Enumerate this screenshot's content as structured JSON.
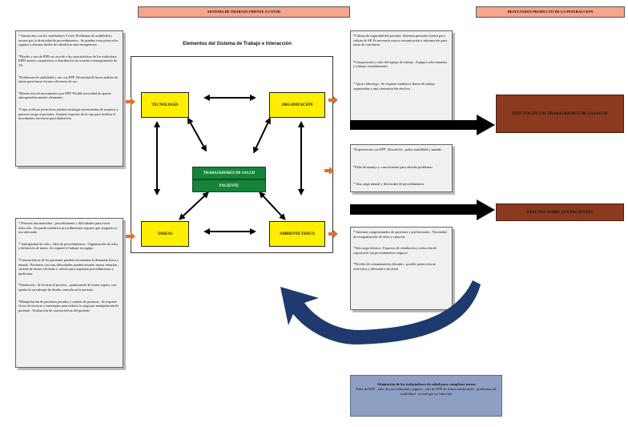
{
  "headers": {
    "left": "SISTEMA DE TRABAJO   FRENTE A COVID",
    "right": "RESULTADOS PRODUCTO DE LA INTERACCION"
  },
  "center_title": "Elementos del Sistema de Trabajo e Interacción",
  "nodes": {
    "tecnologia": "TECNOLOGÍA",
    "organizacion": "ORGANIZACIÓN",
    "tareas": "TAREAS",
    "ambiente": "AMBIENTE FISICO",
    "trabajadores": "TRABAJADORES DE SALUD",
    "paciente": "PACIENTE"
  },
  "left_top_box": [
    "* Interacción con los ventiladores Covid. Problemas  de usabilidad y errores por la diversidad de procedimientos . Se pueden crear protocolos seguros y alarmas fáciles de identificar ante emergencias",
    "*Diseño y uso de EPPs no acorde a las características de los individuos . EPPS menos compresivos o distribución de acuerdo a antropometría de TS",
    "*Problemas de usabilidad  y uso con EPP. Necesidad de hacer análisis de tareas para buscar formas eficientes de uso",
    "*Restricción de movimientos por EPP. Posible necesidad de ajustar antropométricamente elementos",
    "*Cajas acrílicas protectivas pueden restringir movimientos de usuarios y ponerse riesgo al paciente. Analizar espacios de la  caja para facilitar el movimiento necesario para intubación"
  ],
  "left_bottom_box": [
    "*  Posturas una maniobra , procedimiento y dificultades para evitar infección . Se puede establecer procedimientos seguros que aseguren su uso adecuado",
    "*  Ambigüedad de roles , falta de  procedimientos . Organización de roles y definición de tareas. Se requiere el trabajo en equipo",
    "*Características de los pacientes pueden incrementar la demanda física o mental . Pacientes con mas dificultades pueden requerir mayor atención , sistema de turnos eficiente y colores para organizar procedimientos y medicinas",
    "*Intubación : de la tarea al proceso , optimizando de forma segura, con ayuda de un enfoque de diseño centrado en la persona",
    "*Manipulación de pacientes pesados y cambio de posturas . Se requiere el uso de técnicas y estrategias para reducir la carga por manipulación de paciente . Evaluación de características del paciente"
  ],
  "right_box_1": [
    "*Cultura de seguridad del paciente. Sistemas pensados fuerza poca cultura de SP. Es necesario mayor comunicación e información para toma de conciencia",
    "*Composición y roles del equipo de trabajo . Equipos seleccionados y trabajos estandarizados",
    "* Apoyo liderazgo . Se requiere establecer líneas de trabajo organizadas y una comunicación efectiva"
  ],
  "right_box_2": [
    "*Experiencias con EPP . Disconfort , pobre usabilidad y tamaño",
    "*Falta de manejo y  conocimiento para abordar problemas",
    "* Alta carga mental y diversidad de procedimientos"
  ],
  "right_box_3": [
    "* Sistemas congestionados de pacientes y profesionales . Necesidad de reorganización de áreas y espacios",
    "*Alta carga térmica : Espacios de ventilación y reducción de exposición con procedimientos seguros",
    "*Niveles de contaminación elevados , posible protección no restrictiva y adecuada a las áreas"
  ],
  "outcomes": {
    "workers": "EFECTOS EN  LOS TRABAJADORES DE LA SALUD",
    "patients": "EFECTOS SOBRE LOS PACIENTES"
  },
  "adaptation": {
    "title": "Adaptación de los trabajadores de salud para completar tareas",
    "body": "Falta de EPP , falta de procedimiento  seguros , uso de EPP de forma inadecuada , problemas de usabilidad , tecnología no funciona"
  },
  "colors": {
    "header": "#f4a58c",
    "node": "#ffee00",
    "core": "#14843a",
    "outcome": "#8b3a1f",
    "arc": "#1f3a6e",
    "small_arrow": "#e0702c",
    "adaptation": "#8d9fc2"
  }
}
